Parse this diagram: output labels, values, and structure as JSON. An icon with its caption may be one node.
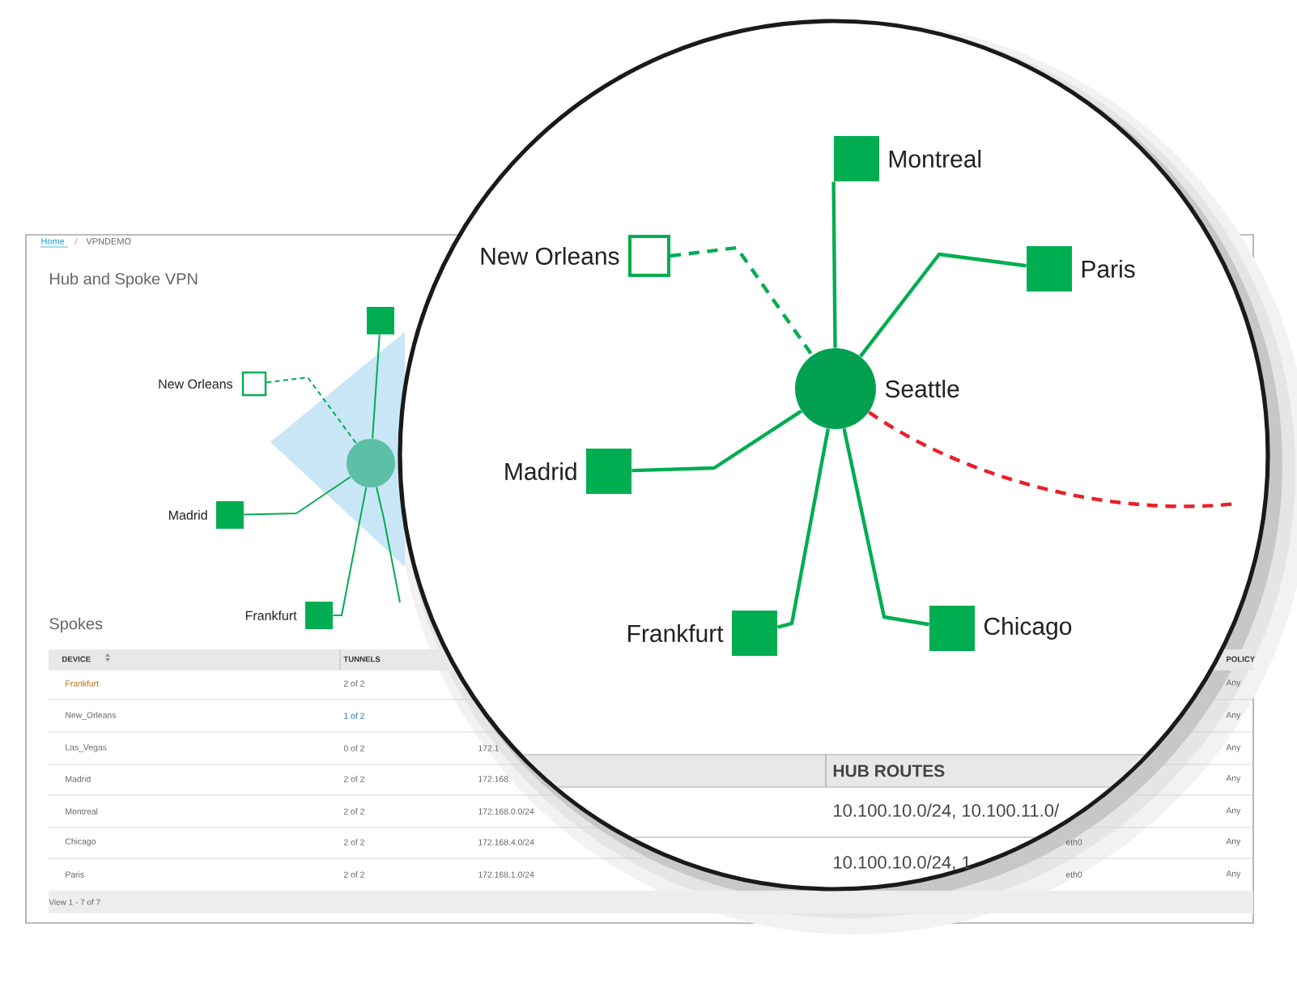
{
  "diagram": {
    "title": "Hub and Spoke VPN",
    "nodes": [
      {
        "text": [],
        "shape": "circle"
      },
      {
        "text": [],
        "shape": "box"
      },
      {
        "text": [
          "New Orleans"
        ]
      },
      {
        "text": [
          "Madrid"
        ]
      },
      {
        "text": [
          "Frankfurt"
        ]
      },
      {
        "text": [
          "Montreal"
        ]
      },
      {
        "text": [
          "New Orleans"
        ]
      },
      {
        "text": [
          "Paris"
        ]
      },
      {
        "text": [
          "Seattle"
        ]
      },
      {
        "text": [
          "Madrid"
        ]
      },
      {
        "text": [
          "Frankfurt"
        ]
      },
      {
        "text": [
          "Chicago"
        ]
      }
    ],
    "edges": [
      {
        "from": 1,
        "to": 0,
        "arrow": "none"
      },
      {
        "from": 2,
        "to": 0,
        "arrow": "none",
        "style": "dashed"
      },
      {
        "from": 3,
        "to": 0,
        "arrow": "none"
      },
      {
        "from": 4,
        "to": 0,
        "arrow": "none"
      },
      {
        "from": 0,
        "to": null,
        "arrow": "none"
      },
      {
        "from": 5,
        "to": 8,
        "arrow": "none"
      },
      {
        "from": 6,
        "to": 8,
        "arrow": "none",
        "style": "dashed"
      },
      {
        "from": 7,
        "to": 8,
        "arrow": "none"
      },
      {
        "from": 9,
        "to": 8,
        "arrow": "none"
      },
      {
        "from": 10,
        "to": 8,
        "arrow": "none"
      },
      {
        "from": 11,
        "to": 8,
        "arrow": "none"
      },
      {
        "from": 8,
        "to": null,
        "arrow": "none",
        "style": "dashed",
        "color": "#e8202a"
      }
    ],
    "labels": [
      "Home",
      "/",
      "VPNDEMO",
      "Spokes",
      "DEVICE",
      "TUNNELS",
      "POLICY",
      "Frankfurt",
      "2 of 2",
      "Any",
      "New_Orleans",
      "1 of 2",
      "Any",
      "Las_Vegas",
      "0 of 2",
      "172.1",
      "Any",
      "Madrid",
      "2 of 2",
      "172.168.",
      "Any",
      "Montreal",
      "2 of 2",
      "172.168.0.0/24",
      "Any",
      "Chicago",
      "2 of 2",
      "172.168.4.0/24",
      "eth0",
      "Any",
      "Paris",
      "2 of 2",
      "172.168.1.0/24",
      "eth0",
      "Any",
      "View 1 - 7 of 7",
      "HUB ROUTES",
      "10.100.10.0/24, 10.100.11.0/",
      "10.100.10.0/24, 1"
    ]
  }
}
